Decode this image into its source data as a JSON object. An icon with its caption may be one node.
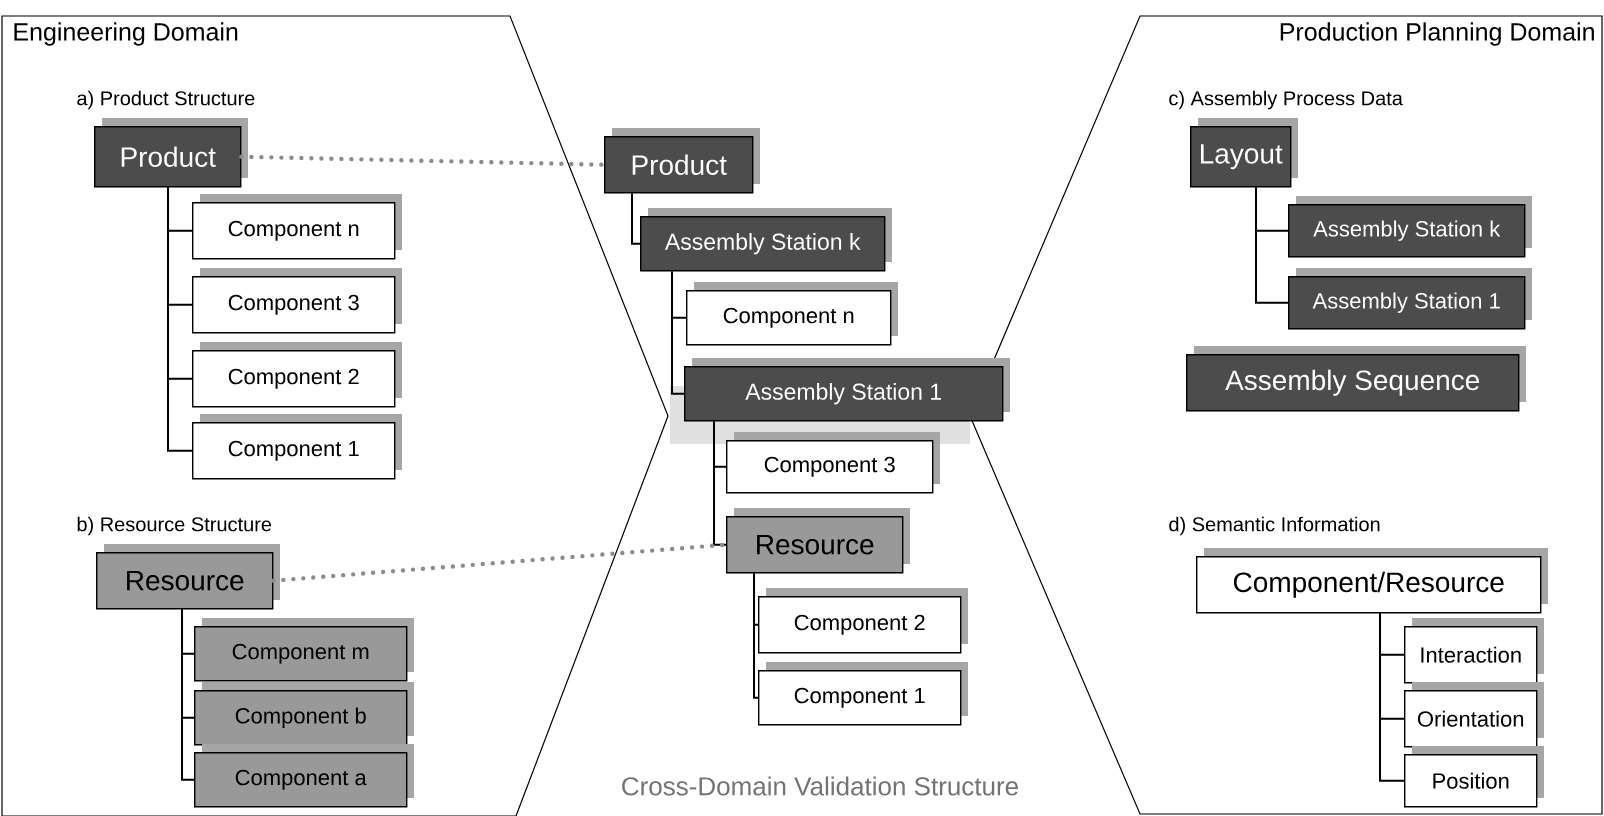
{
  "diagram": {
    "nodes": [
      {
        "text": [
          "Engineering Domain"
        ]
      },
      {
        "text": [
          "Product"
        ],
        "in": 0
      },
      {
        "text": [
          "Component n"
        ],
        "in": 0
      },
      {
        "text": [
          "Component 3"
        ],
        "in": 0
      },
      {
        "text": [
          "Component 2"
        ],
        "in": 0
      },
      {
        "text": [
          "Component 1"
        ],
        "in": 0
      },
      {
        "text": [
          "Resource"
        ],
        "in": 0
      },
      {
        "text": [
          "Component m"
        ],
        "in": 0
      },
      {
        "text": [
          "Component b"
        ],
        "in": 0
      },
      {
        "text": [
          "Component a"
        ],
        "in": 0
      },
      {
        "text": [
          "Production Planning Domain"
        ]
      },
      {
        "text": [
          "Layout"
        ],
        "in": 10
      },
      {
        "text": [
          "Assembly Station  k"
        ],
        "in": 10
      },
      {
        "text": [
          "Assembly Station 1"
        ],
        "in": 10
      },
      {
        "text": [
          "Assembly Sequence"
        ],
        "in": 10
      },
      {
        "text": [
          "Component/Resource"
        ],
        "in": 10
      },
      {
        "text": [
          "Interaction"
        ],
        "in": 10
      },
      {
        "text": [
          "Orientation"
        ],
        "in": 10
      },
      {
        "text": [
          "Position"
        ],
        "in": 10
      },
      {
        "text": [
          "Product"
        ]
      },
      {
        "text": [
          "Assembly Station  k"
        ]
      },
      {
        "text": [
          "Component n"
        ]
      },
      {
        "text": [
          "Assembly Station 1"
        ]
      },
      {
        "text": [
          "Component 3"
        ]
      },
      {
        "text": [
          "Resource"
        ]
      },
      {
        "text": [
          "Component 2"
        ]
      },
      {
        "text": [
          "Component 1"
        ]
      }
    ],
    "edges": [
      {
        "from": 1,
        "to": 2,
        "arrow": "none"
      },
      {
        "from": 1,
        "to": 3,
        "arrow": "none"
      },
      {
        "from": 1,
        "to": 4,
        "arrow": "none"
      },
      {
        "from": 1,
        "to": 5,
        "arrow": "none"
      },
      {
        "from": 6,
        "to": 7,
        "arrow": "none"
      },
      {
        "from": 6,
        "to": 8,
        "arrow": "none"
      },
      {
        "from": 6,
        "to": 9,
        "arrow": "none"
      },
      {
        "from": 11,
        "to": 12,
        "arrow": "none"
      },
      {
        "from": 11,
        "to": 13,
        "arrow": "none"
      },
      {
        "from": 15,
        "to": 16,
        "arrow": "none"
      },
      {
        "from": 15,
        "to": 17,
        "arrow": "none"
      },
      {
        "from": 15,
        "to": 18,
        "arrow": "none"
      },
      {
        "from": 19,
        "to": 20,
        "arrow": "none"
      },
      {
        "from": 20,
        "to": 21,
        "arrow": "none"
      },
      {
        "from": 20,
        "to": 22,
        "arrow": "none"
      },
      {
        "from": 22,
        "to": 23,
        "arrow": "none"
      },
      {
        "from": 22,
        "to": 24,
        "arrow": "none"
      },
      {
        "from": 24,
        "to": 25,
        "arrow": "none"
      },
      {
        "from": 24,
        "to": 26,
        "arrow": "none"
      },
      {
        "from": 1,
        "to": 19,
        "arrow": "none",
        "style": "dashed",
        "color": "#8c8c8c"
      },
      {
        "from": 6,
        "to": 24,
        "arrow": "none",
        "style": "dashed",
        "color": "#8c8c8c"
      }
    ],
    "labels": [
      "a) Product Structure",
      "b) Resource Structure",
      "c) Assembly Process Data",
      "d) Semantic Information",
      "Cross-Domain Validation Structure"
    ]
  }
}
